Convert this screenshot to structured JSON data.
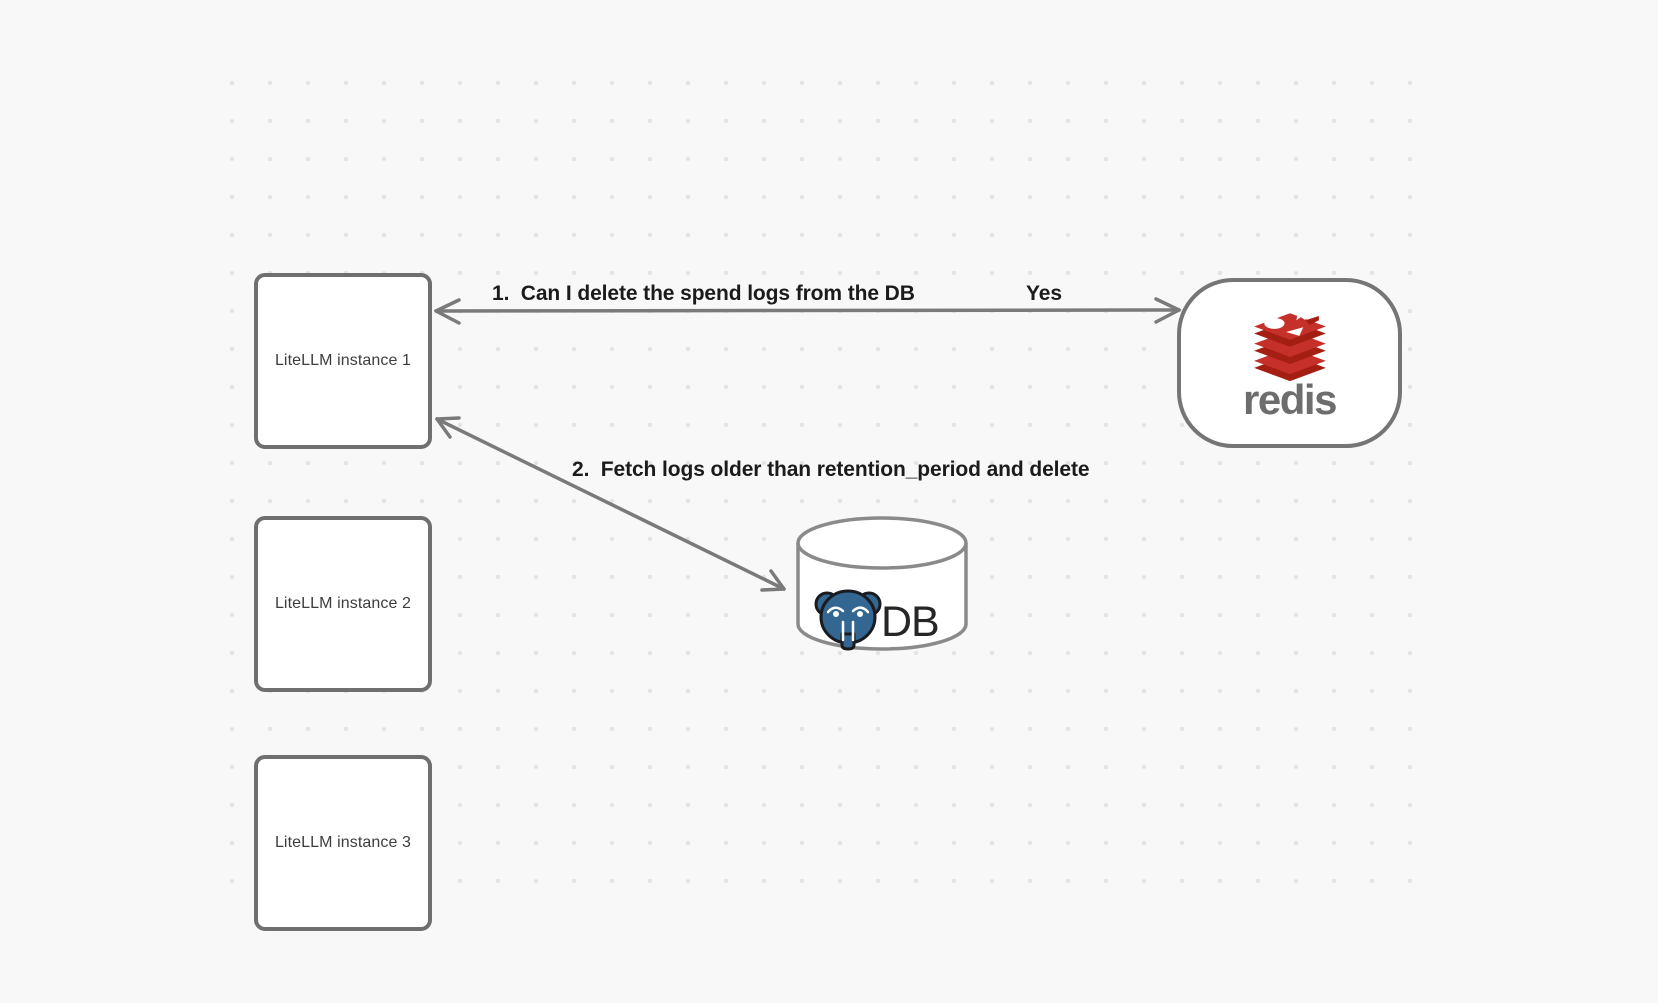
{
  "canvas": {
    "background": "#f8f8f8",
    "dot_color": "#e4e4e4",
    "stroke_gray": "#7a7a7a"
  },
  "nodes": {
    "litellm_instances": [
      {
        "label": "LiteLLM instance 1"
      },
      {
        "label": "LiteLLM instance 2"
      },
      {
        "label": "LiteLLM instance 3"
      }
    ],
    "redis": {
      "wordmark": "redis",
      "icon": "redis-stack-icon",
      "red": "#C6302B",
      "dark_red": "#A41E11",
      "wordmark_color": "#6d6d6d"
    },
    "database": {
      "label": "DB",
      "icon": "postgresql-elephant-icon",
      "elephant_blue": "#336791"
    }
  },
  "edges": {
    "redis_query": {
      "label": "1.  Can I delete the spend logs from the DB",
      "reply": "Yes"
    },
    "db_action": {
      "label": "2.  Fetch logs older than retention_period and delete"
    }
  }
}
